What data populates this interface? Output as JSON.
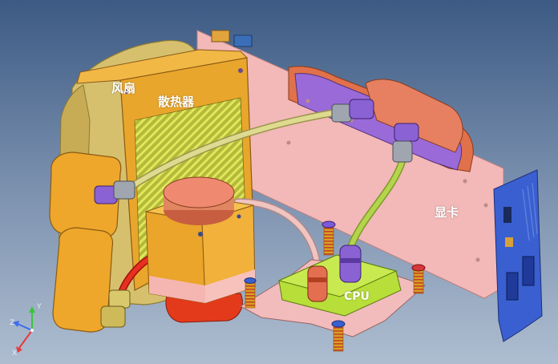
{
  "labels": {
    "fan": "风扇",
    "radiator": "散热器",
    "gpu": "显卡",
    "cpu": "CPU"
  },
  "axes": {
    "x": "X",
    "y": "Y",
    "z": "Z"
  },
  "colors": {
    "background_top": "#3c5a84",
    "background_bottom": "#a9b9cc",
    "pcb": "#f1b4b4",
    "fan_housing": "#d9c372",
    "radiator": "#e8a82a",
    "radiator_fins": "#d4df4c",
    "pump": "#e9a92e",
    "tube": "#d9d68a",
    "fitting": "#8a5fd0",
    "cpu_block": "#b6dc3c",
    "bracket": "#3358c4"
  }
}
